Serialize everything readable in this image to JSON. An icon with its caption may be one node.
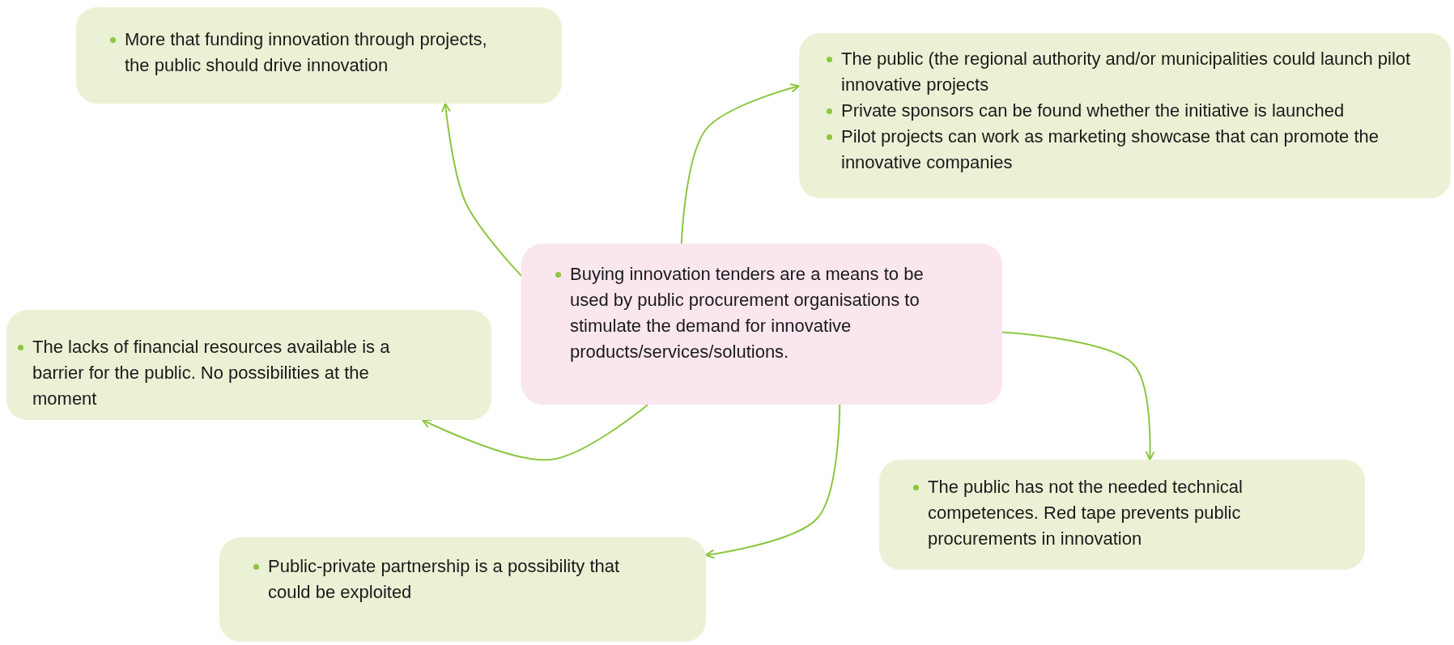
{
  "diagram": {
    "nodes": [
      {
        "text": [
          "Buying innovation tenders are a means to be used by public procurement organisations to stimulate the demand for innovative products/services/solutions."
        ]
      },
      {
        "text": [
          "More that funding innovation through projects, the public should drive innovation"
        ]
      },
      {
        "text": [
          "The public (the regional authority and/or municipalities could launch pilot innovative projects",
          "Private sponsors can be found whether the initiative is launched",
          "Pilot projects can work as marketing showcase that can promote the innovative companies"
        ]
      },
      {
        "text": [
          "The lacks of financial resources available is a barrier for the public. No possibilities at the moment"
        ]
      },
      {
        "text": [
          "Public-private partnership is a possibility that could be exploited"
        ]
      },
      {
        "text": [
          "The public has not the needed technical competences. Red tape prevents public procurements in innovation"
        ]
      }
    ],
    "edges": [
      {
        "from": 0,
        "to": 1,
        "arrow": "to"
      },
      {
        "from": 0,
        "to": 2,
        "arrow": "to"
      },
      {
        "from": 0,
        "to": 3,
        "arrow": "to"
      },
      {
        "from": 0,
        "to": 4,
        "arrow": "to"
      },
      {
        "from": 0,
        "to": 5,
        "arrow": "to"
      }
    ]
  }
}
